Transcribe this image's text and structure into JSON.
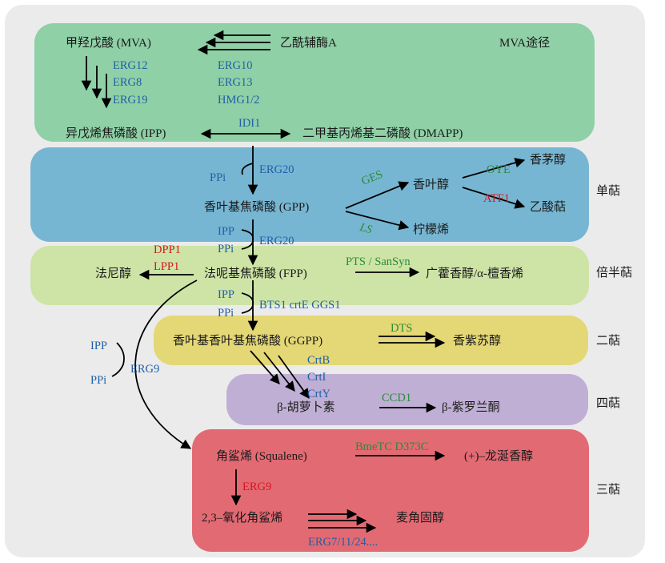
{
  "colors": {
    "mva": "#8fd0a6",
    "mono": "#77b6d2",
    "sesqui": "#cde4a6",
    "di": "#e4d775",
    "tetra": "#c0afd4",
    "tri": "#e26a73",
    "enzyme_blue": "#1f5fa8",
    "enzyme_red": "#d8151f",
    "enzyme_green": "#2a8a3a"
  },
  "sections": {
    "mva": "MVA途径",
    "mono": "单萜",
    "sesqui": "倍半萜",
    "di": "二萜",
    "tetra": "四萜",
    "tri": "三萜"
  },
  "compounds": {
    "mva": "甲羟戊酸 (MVA)",
    "acetyl_coa": "乙酰辅酶A",
    "ipp": "异戊烯焦磷酸 (IPP)",
    "dmapp": "二甲基丙烯基二磷酸 (DMAPP)",
    "gpp": "香叶基焦磷酸 (GPP)",
    "geraniol": "香叶醇",
    "citronellol": "香茅醇",
    "geranyl_acetate": "乙酸萜",
    "limonene": "柠檬烯",
    "fpp": "法呢基焦磷酸 (FPP)",
    "farnesol": "法尼醇",
    "patchoulol": "广藿香醇/α-檀香烯",
    "ggpp": "香叶基香叶基焦磷酸 (GGPP)",
    "sclareol": "香紫苏醇",
    "beta_carotene": "β-胡萝卜素",
    "beta_ionone": "β-紫罗兰酮",
    "squalene": "角鲨烯 (Squalene)",
    "ambrein": "(+)–龙涎香醇",
    "oxidosqualene": "2,3–氧化角鲨烯",
    "ergosterol": "麦角固醇"
  },
  "enzymes": {
    "erg12": "ERG12",
    "erg8": "ERG8",
    "erg19": "ERG19",
    "erg10": "ERG10",
    "erg13": "ERG13",
    "hmg": "HMG1/2",
    "idi1": "IDI1",
    "ppi_1": "PPi",
    "erg20_1": "ERG20",
    "ges": "GES",
    "ls": "LS",
    "oye": "OYE",
    "atf1": "ATF1",
    "ipp_2": "IPP",
    "ppi_2": "PPi",
    "erg20_2": "ERG20",
    "dpp1": "DPP1",
    "lpp1": "LPP1",
    "pts": "PTS / SanSyn",
    "ipp_3": "IPP",
    "ppi_3": "PPi",
    "bts1": "BTS1 crtE GGS1",
    "ipp_4": "IPP",
    "ppi_4": "PPi",
    "erg9_1": "ERG9",
    "dts": "DTS",
    "crtb": "CrtB",
    "crti": "CrtI",
    "crty": "CrtY",
    "ccd1": "CCD1",
    "bmetc": "BmeTC D373C",
    "erg9_2": "ERG9",
    "erg7": "ERG7/11/24...."
  }
}
